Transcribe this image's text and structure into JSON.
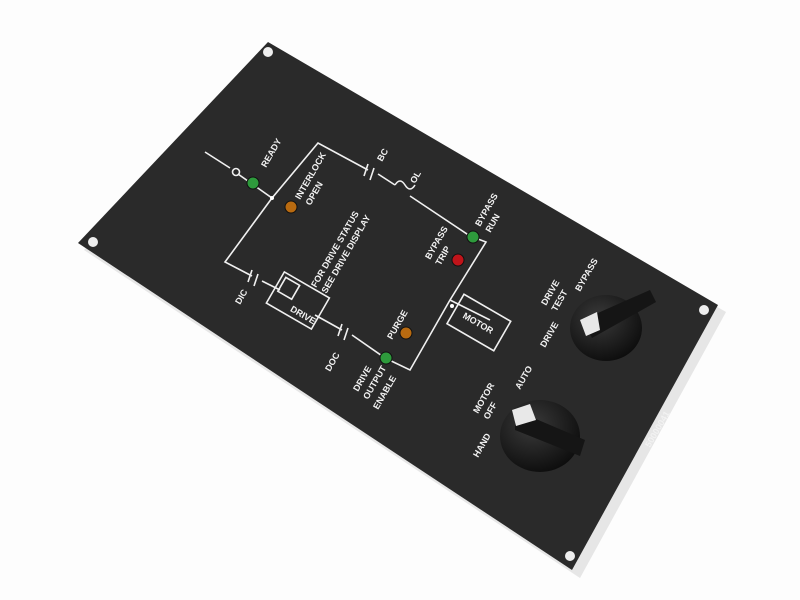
{
  "panel": {
    "color": "#2a2a2a",
    "part_number": "50000041",
    "diagram_labels": {
      "ready": "READY",
      "interlock_open": [
        "INTERLOCK",
        "OPEN"
      ],
      "bc": "BC",
      "ol": "OL",
      "bypass_run": [
        "BYPASS",
        "RUN"
      ],
      "bypass_trip": [
        "BYPASS",
        "TRIP"
      ],
      "drive_status_note": [
        "FOR DRIVE STATUS",
        "SEE DRIVE DISPLAY"
      ],
      "dic": "DIC",
      "drive": "DRIVE",
      "doc": "DOC",
      "purge": "PURGE",
      "motor": "MOTOR",
      "drive_output_enable": [
        "DRIVE",
        "OUTPUT",
        "ENABLE"
      ]
    },
    "indicators": [
      {
        "name": "ready",
        "color": "#2e9a3c"
      },
      {
        "name": "interlock-open",
        "color": "#b86a10"
      },
      {
        "name": "bypass-run",
        "color": "#2e9a3c"
      },
      {
        "name": "bypass-trip",
        "color": "#c0141a"
      },
      {
        "name": "purge",
        "color": "#b86a10"
      },
      {
        "name": "drive-output-enable",
        "color": "#2e9a3c"
      }
    ],
    "selector_drive": {
      "positions": [
        "DRIVE",
        [
          "DRIVE",
          "TEST"
        ],
        "BYPASS"
      ],
      "selected": "DRIVE TEST"
    },
    "selector_motor": {
      "positions": [
        "HAND",
        [
          "MOTOR",
          "OFF"
        ],
        "AUTO"
      ],
      "selected": "MOTOR OFF"
    }
  }
}
